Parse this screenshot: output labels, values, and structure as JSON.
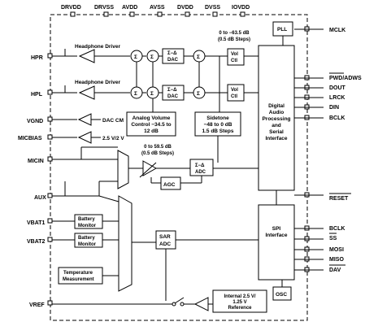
{
  "top_pins": [
    "DRVDD",
    "DRVSS",
    "AVDD",
    "AVSS",
    "DVDD",
    "DVSS",
    "IOVDD"
  ],
  "left_pins": {
    "hpr": "HPR",
    "hpl": "HPL",
    "vgnd": "VGND",
    "micbias": "MICBIAS",
    "micin": "MICIN",
    "aux": "AUX",
    "vbat1": "VBAT1",
    "vbat2": "VBAT2",
    "vref": "VREF"
  },
  "right_pins": {
    "mclk": "MCLK",
    "pwd": "PWD/ADWS",
    "dout": "DOUT",
    "lrck": "LRCK",
    "din": "DIN",
    "bclk": "BCLK",
    "reset": "RESET",
    "bclk2": "BCLK",
    "ss": "SS",
    "mosi": "MOSI",
    "miso": "MISO",
    "dav": "DAV"
  },
  "blocks": {
    "pll": "PLL",
    "hp_driver_1": "Headphone Driver",
    "hp_driver_2": "Headphone Driver",
    "dac_top": [
      "Σ−Δ",
      "DAC"
    ],
    "dac_bottom": [
      "Σ−Δ",
      "DAC"
    ],
    "vol_top": [
      "Vol",
      "Ctl"
    ],
    "vol_bottom": [
      "Vol",
      "Ctl"
    ],
    "dap": [
      "Digital",
      "Audio",
      "Processing",
      "and",
      "Serial",
      "Interface"
    ],
    "dac_cm": "DAC CM",
    "vbias": "2.5 V/2 V",
    "avc": [
      "Analog Volume",
      "Control −34.5 to",
      "12 dB"
    ],
    "sidetone": [
      "Sidetone",
      "−48 to 0 dB",
      "1.5 dB Steps"
    ],
    "pga_gain": [
      "0 to 59.5 dB",
      "(0.5 dB Steps)"
    ],
    "vol_range": [
      "0 to −63.5 dB",
      "(0.5 dB Steps)"
    ],
    "adc": [
      "Σ−Δ",
      "ADC"
    ],
    "agc": "AGC",
    "batt1": [
      "Battery",
      "Monitor"
    ],
    "batt2": [
      "Battery",
      "Monitor"
    ],
    "temp": [
      "Temperature",
      "Measurement"
    ],
    "sar": [
      "SAR",
      "ADC"
    ],
    "spi": [
      "SPI",
      "Interface"
    ],
    "osc": "OSC",
    "ref": [
      "Internal 2.5 V/",
      "1.25 V",
      "Reference"
    ],
    "sigma": "Σ"
  }
}
